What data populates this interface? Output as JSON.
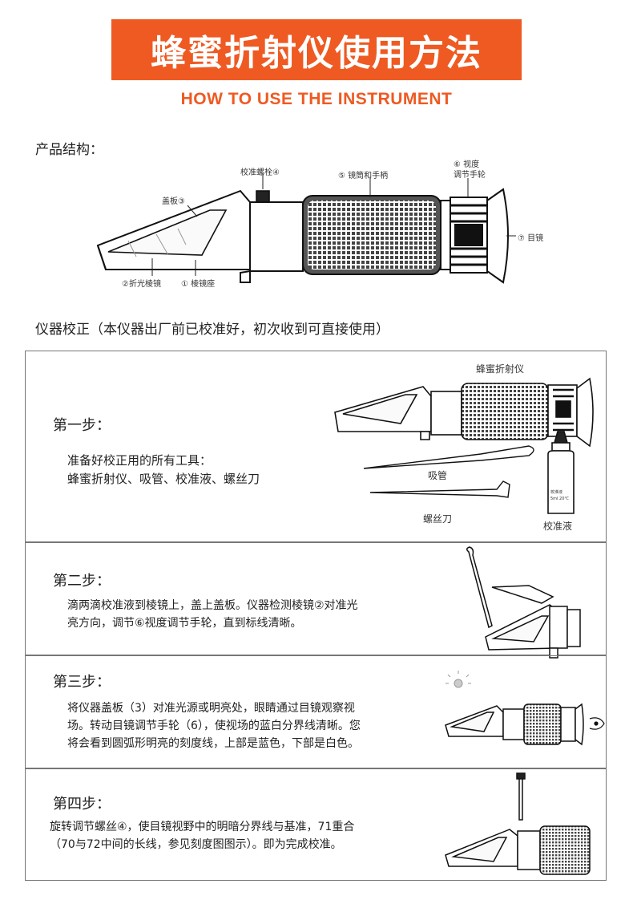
{
  "header": {
    "title": "蜂蜜折射仪使用方法",
    "subtitle": "HOW TO USE THE INSTRUMENT"
  },
  "structure": {
    "heading": "产品结构：",
    "parts": {
      "calib_screw": "校准螺栓④",
      "tube_handle": "⑤ 镜筒和手柄",
      "diopter_1": "⑥ 视度",
      "diopter_2": "调节手轮",
      "cover": "盖板③",
      "eyepiece": "⑦ 目镜",
      "prism": "②折光棱镜",
      "prism_base": "① 棱镜座"
    }
  },
  "calibration": {
    "heading": "仪器校正（本仪器出厂前已校准好，初次收到可直接使用）"
  },
  "steps": [
    {
      "title": "第一步：",
      "lines": [
        "准备好校正用的所有工具：",
        "蜂蜜折射仪、吸管、校准液、螺丝刀"
      ],
      "labels": {
        "refractometer": "蜂蜜折射仪",
        "pipette": "吸管",
        "screwdriver": "螺丝刀",
        "solution": "校准液",
        "bottle_1": "校准液",
        "bottle_2": "5ml  20℃"
      }
    },
    {
      "title": "第二步：",
      "lines": [
        "滴两滴校准液到棱镜上，盖上盖板。仪器检测棱镜②对准光",
        "亮方向，调节⑥视度调节手轮，直到标线清晰。"
      ]
    },
    {
      "title": "第三步：",
      "lines": [
        "将仪器盖板（3）对准光源或明亮处，眼睛通过目镜观察视",
        "场。转动目镜调节手轮（6），使视场的蓝白分界线清晰。您",
        "将会看到圆弧形明亮的刻度线，上部是蓝色，下部是白色。"
      ]
    },
    {
      "title": "第四步：",
      "lines": [
        "旋转调节螺丝④，使目镜视野中的明暗分界线与基准，71重合",
        "（70与72中间的长线，参见刻度图图示）。即为完成校准。"
      ]
    }
  ],
  "colors": {
    "accent": "#ee5a22",
    "border": "#777777",
    "text": "#222222"
  }
}
